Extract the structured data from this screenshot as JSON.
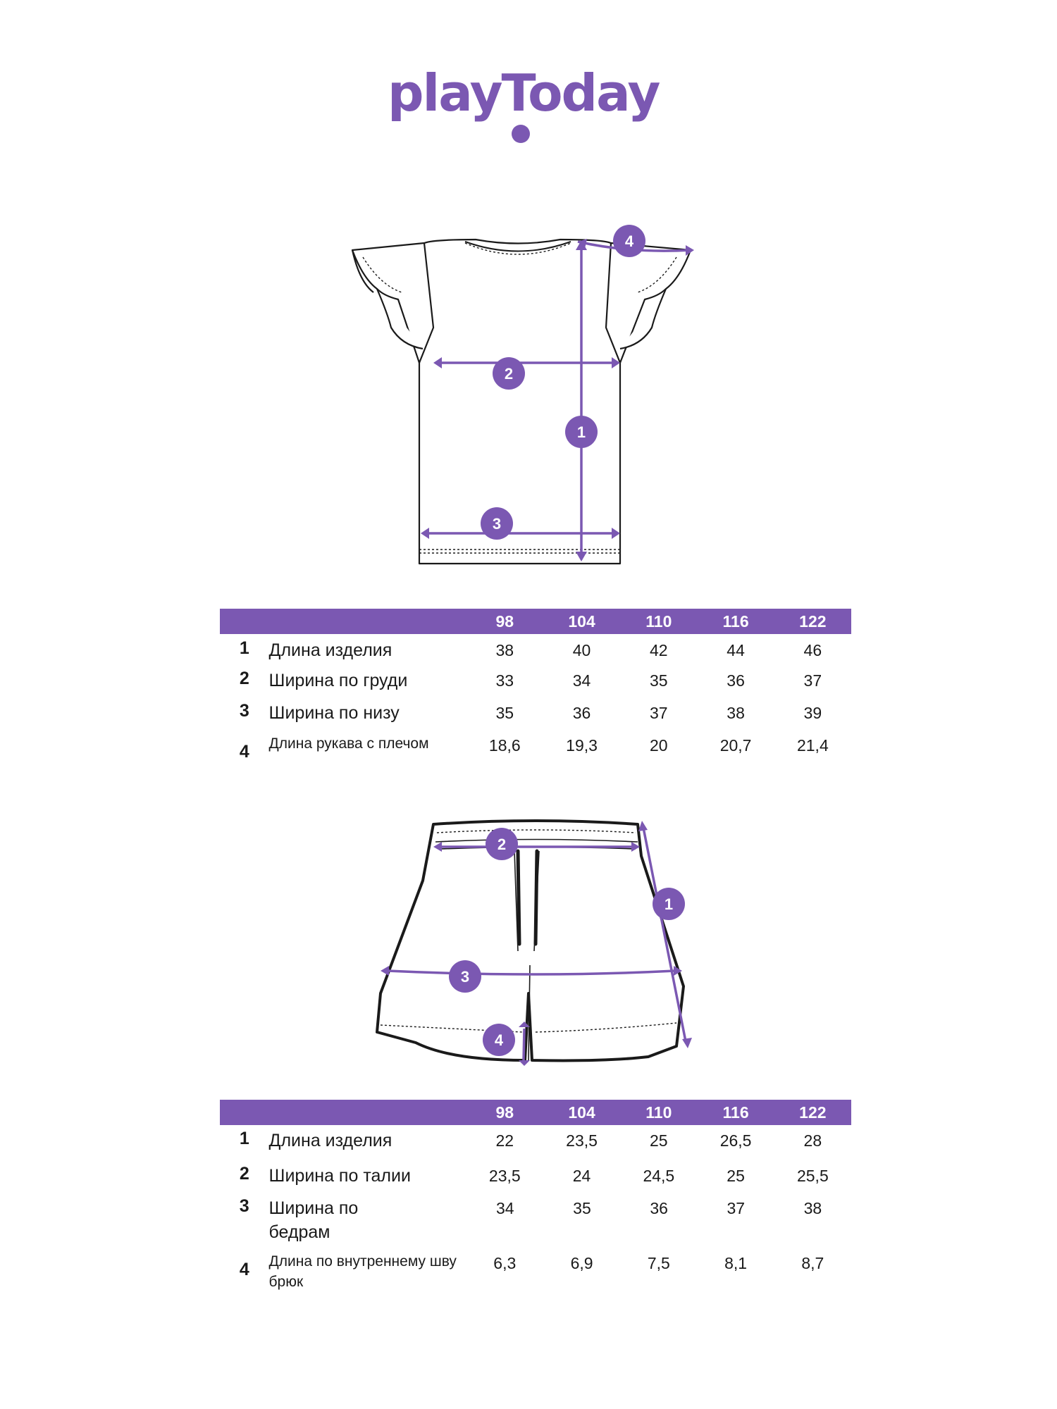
{
  "brand": {
    "logo_text": "playToday",
    "accent_color": "#7b58b2"
  },
  "shirt_diagram": {
    "icon": "ruffle-sleeve-tshirt-icon",
    "markers": [
      "1",
      "2",
      "3",
      "4"
    ]
  },
  "shirt_table": {
    "sizes": [
      "98",
      "104",
      "110",
      "116",
      "122"
    ],
    "rows": [
      {
        "num": "1",
        "label": "Длина изделия",
        "values": [
          "38",
          "40",
          "42",
          "44",
          "46"
        ]
      },
      {
        "num": "2",
        "label": "Ширина по груди",
        "values": [
          "33",
          "34",
          "35",
          "36",
          "37"
        ]
      },
      {
        "num": "3",
        "label": "Ширина по низу",
        "values": [
          "35",
          "36",
          "37",
          "38",
          "39"
        ]
      },
      {
        "num": "4",
        "label": "Длина рукава с плечом",
        "values": [
          "18,6",
          "19,3",
          "20",
          "20,7",
          "21,4"
        ]
      }
    ]
  },
  "shorts_diagram": {
    "icon": "drawstring-shorts-icon",
    "markers": [
      "1",
      "2",
      "3",
      "4"
    ]
  },
  "shorts_table": {
    "sizes": [
      "98",
      "104",
      "110",
      "116",
      "122"
    ],
    "rows": [
      {
        "num": "1",
        "label": "Длина изделия",
        "values": [
          "22",
          "23,5",
          "25",
          "26,5",
          "28"
        ]
      },
      {
        "num": "2",
        "label": "Ширина по талии",
        "values": [
          "23,5",
          "24",
          "24,5",
          "25",
          "25,5"
        ]
      },
      {
        "num": "3",
        "label": "Ширина по бедрам",
        "values": [
          "34",
          "35",
          "36",
          "37",
          "38"
        ]
      },
      {
        "num": "4",
        "label": "Длина по внутреннему шву брюк",
        "values": [
          "6,3",
          "6,9",
          "7,5",
          "8,1",
          "8,7"
        ]
      }
    ]
  }
}
